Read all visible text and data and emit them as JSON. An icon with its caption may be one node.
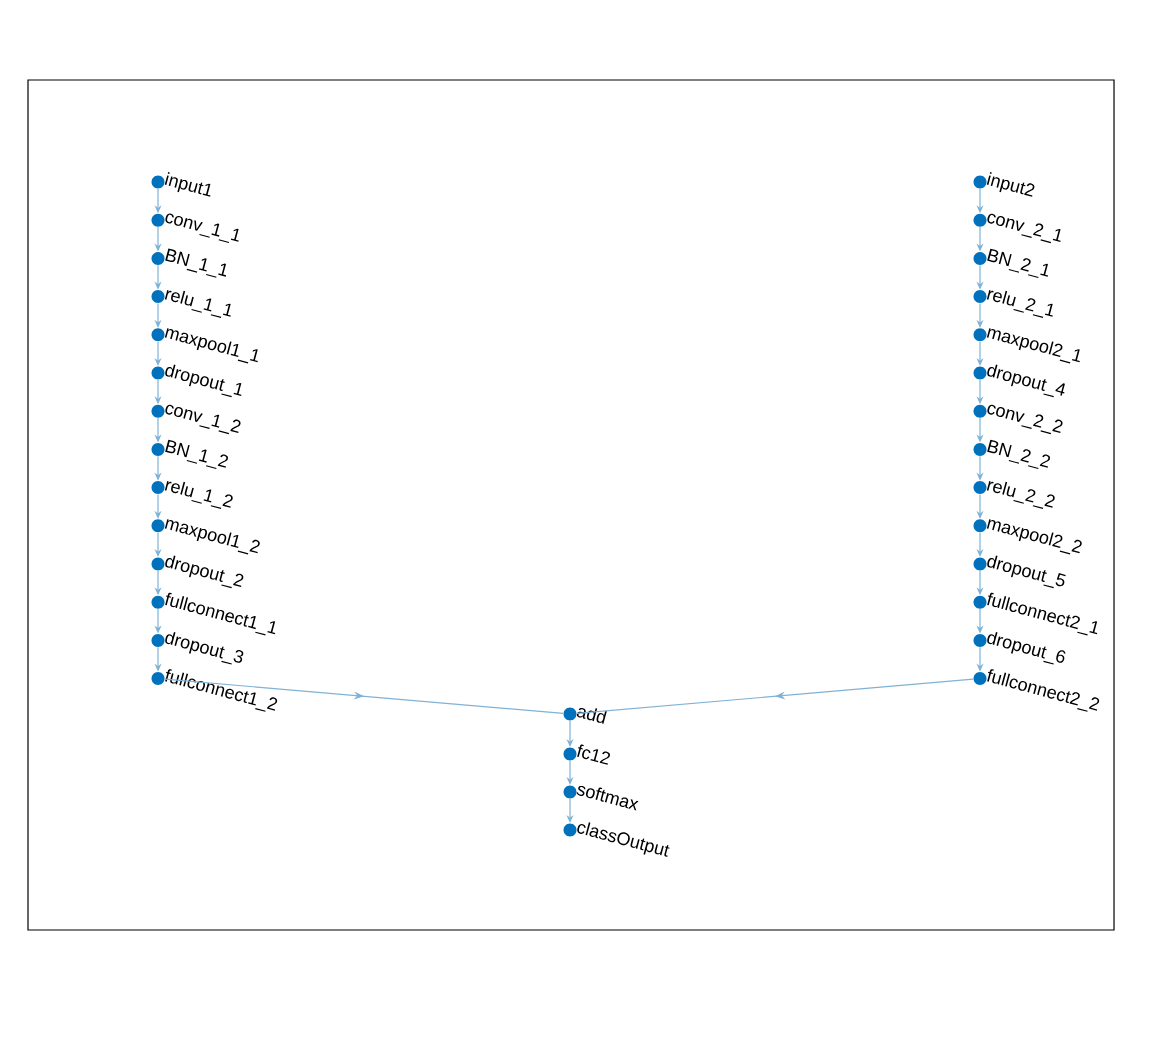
{
  "diagram": {
    "nodes": [
      {
        "text": [
          "input1"
        ]
      },
      {
        "text": [
          "conv_1_1"
        ]
      },
      {
        "text": [
          "BN_1_1"
        ]
      },
      {
        "text": [
          "relu_1_1"
        ]
      },
      {
        "text": [
          "maxpool1_1"
        ]
      },
      {
        "text": [
          "dropout_1"
        ]
      },
      {
        "text": [
          "conv_1_2"
        ]
      },
      {
        "text": [
          "BN_1_2"
        ]
      },
      {
        "text": [
          "relu_1_2"
        ]
      },
      {
        "text": [
          "maxpool1_2"
        ]
      },
      {
        "text": [
          "dropout_2"
        ]
      },
      {
        "text": [
          "fullconnect1_1"
        ]
      },
      {
        "text": [
          "dropout_3"
        ]
      },
      {
        "text": [
          "fullconnect1_2"
        ]
      },
      {
        "text": [
          "input2"
        ]
      },
      {
        "text": [
          "conv_2_1"
        ]
      },
      {
        "text": [
          "BN_2_1"
        ]
      },
      {
        "text": [
          "relu_2_1"
        ]
      },
      {
        "text": [
          "maxpool2_1"
        ]
      },
      {
        "text": [
          "dropout_4"
        ]
      },
      {
        "text": [
          "conv_2_2"
        ]
      },
      {
        "text": [
          "BN_2_2"
        ]
      },
      {
        "text": [
          "relu_2_2"
        ]
      },
      {
        "text": [
          "maxpool2_2"
        ]
      },
      {
        "text": [
          "dropout_5"
        ]
      },
      {
        "text": [
          "fullconnect2_1"
        ]
      },
      {
        "text": [
          "dropout_6"
        ]
      },
      {
        "text": [
          "fullconnect2_2"
        ]
      },
      {
        "text": [
          "add"
        ]
      },
      {
        "text": [
          "fc12"
        ]
      },
      {
        "text": [
          "softmax"
        ]
      },
      {
        "text": [
          "classOutput"
        ]
      }
    ],
    "edges": [
      {
        "from": 0,
        "to": 1,
        "arrow": "to"
      },
      {
        "from": 1,
        "to": 2,
        "arrow": "to"
      },
      {
        "from": 2,
        "to": 3,
        "arrow": "to"
      },
      {
        "from": 3,
        "to": 4,
        "arrow": "to"
      },
      {
        "from": 4,
        "to": 5,
        "arrow": "to"
      },
      {
        "from": 5,
        "to": 6,
        "arrow": "to"
      },
      {
        "from": 6,
        "to": 7,
        "arrow": "to"
      },
      {
        "from": 7,
        "to": 8,
        "arrow": "to"
      },
      {
        "from": 8,
        "to": 9,
        "arrow": "to"
      },
      {
        "from": 9,
        "to": 10,
        "arrow": "to"
      },
      {
        "from": 10,
        "to": 11,
        "arrow": "to"
      },
      {
        "from": 11,
        "to": 12,
        "arrow": "to"
      },
      {
        "from": 12,
        "to": 13,
        "arrow": "to"
      },
      {
        "from": 14,
        "to": 15,
        "arrow": "to"
      },
      {
        "from": 15,
        "to": 16,
        "arrow": "to"
      },
      {
        "from": 16,
        "to": 17,
        "arrow": "to"
      },
      {
        "from": 17,
        "to": 18,
        "arrow": "to"
      },
      {
        "from": 18,
        "to": 19,
        "arrow": "to"
      },
      {
        "from": 19,
        "to": 20,
        "arrow": "to"
      },
      {
        "from": 20,
        "to": 21,
        "arrow": "to"
      },
      {
        "from": 21,
        "to": 22,
        "arrow": "to"
      },
      {
        "from": 22,
        "to": 23,
        "arrow": "to"
      },
      {
        "from": 23,
        "to": 24,
        "arrow": "to"
      },
      {
        "from": 24,
        "to": 25,
        "arrow": "to"
      },
      {
        "from": 25,
        "to": 26,
        "arrow": "to"
      },
      {
        "from": 26,
        "to": 27,
        "arrow": "to"
      },
      {
        "from": 13,
        "to": 28,
        "arrow": "to"
      },
      {
        "from": 27,
        "to": 28,
        "arrow": "to"
      },
      {
        "from": 28,
        "to": 29,
        "arrow": "to"
      },
      {
        "from": 29,
        "to": 30,
        "arrow": "to"
      },
      {
        "from": 30,
        "to": 31,
        "arrow": "to"
      }
    ]
  }
}
